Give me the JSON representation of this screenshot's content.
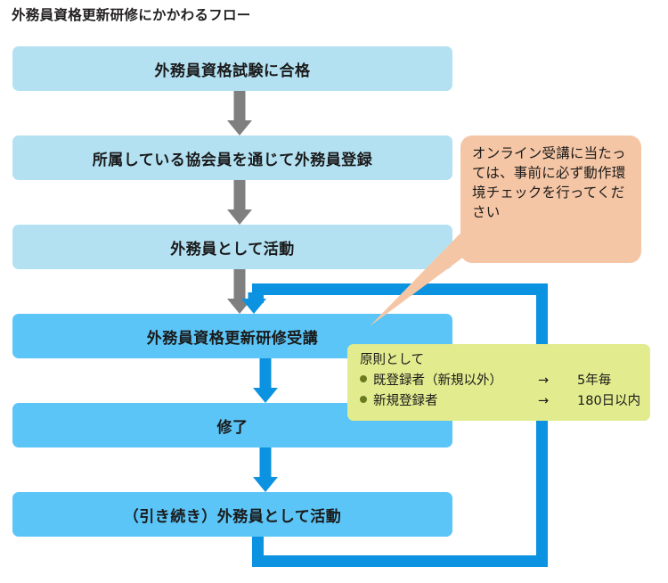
{
  "title": "外務員資格更新研修にかかわるフロー",
  "colors": {
    "box_light": "#b3e1f2",
    "box_dark": "#5bc5f7",
    "arrow_gray": "#7f7f7f",
    "arrow_blue": "#0b92e0",
    "bubble": "#f5c6a5",
    "note": "#e2eb8e",
    "text": "#1a1a1a"
  },
  "flow": {
    "steps": [
      {
        "label": "外務員資格試験に合格",
        "tone": "light"
      },
      {
        "label": "所属している協会員を通じて外務員登録",
        "tone": "light"
      },
      {
        "label": "外務員として活動",
        "tone": "light"
      },
      {
        "label": "外務員資格更新研修受講",
        "tone": "dark"
      },
      {
        "label": "修了",
        "tone": "dark"
      },
      {
        "label": "（引き続き）外務員として活動",
        "tone": "dark"
      }
    ]
  },
  "callout": {
    "text": "オンライン受講に当たっては、事前に必ず動作環境チェックを行ってください"
  },
  "note": {
    "heading": "原則として",
    "rows": [
      {
        "label": "既登録者（新規以外）",
        "arrow": "→",
        "value": "5年毎"
      },
      {
        "label": "新規登録者",
        "arrow": "→",
        "value": "180日以内"
      }
    ]
  }
}
